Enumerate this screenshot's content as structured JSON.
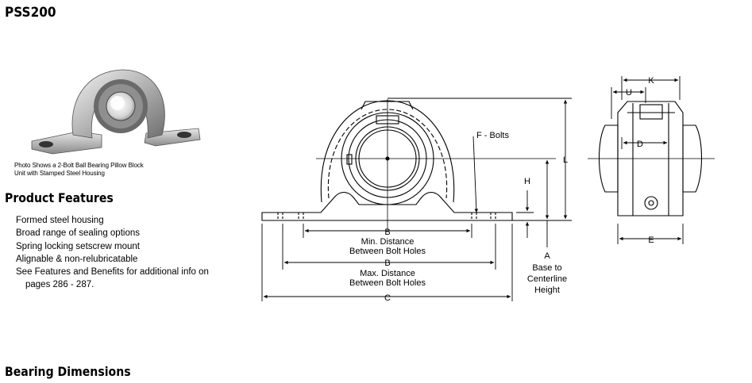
{
  "title": "PSS200",
  "photo": {
    "caption_line1": "Photo Shows a 2-Bolt Ball Bearing Pillow Block",
    "caption_line2": "Unit with Stamped Steel Housing"
  },
  "product_features": {
    "heading": "Product Features",
    "items": [
      "Formed steel housing",
      "Broad range of sealing options",
      "Spring locking setscrew mount",
      "Alignable & non-relubricatable",
      "See Features and Benefits for additional info on",
      "pages 286 - 287."
    ]
  },
  "drawing_labels": {
    "f_bolts": "F - Bolts",
    "b_min": "B",
    "b_min_line1": "Min. Distance",
    "b_min_line2": "Between Bolt Holes",
    "b_max": "B",
    "b_max_line1": "Max. Distance",
    "b_max_line2": "Between Bolt Holes",
    "c": "C",
    "h": "H",
    "l": "L",
    "a": "A",
    "a_line1": "Base to",
    "a_line2": "Centerline",
    "a_line3": "Height",
    "k": "K",
    "u": "U",
    "d": "D",
    "e": "E"
  },
  "bearing_dimensions": {
    "heading": "Bearing Dimensions"
  },
  "colors": {
    "line": "#000000",
    "background": "#ffffff"
  }
}
